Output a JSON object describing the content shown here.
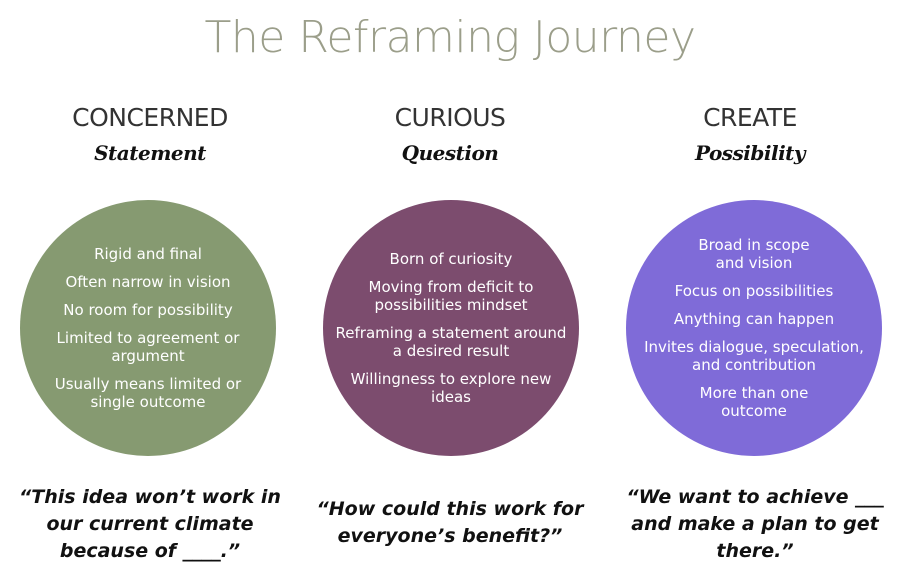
{
  "title": "The Reframing Journey",
  "colors": {
    "title": "#9b9e8a",
    "concerned_circle": "#869a71",
    "curious_circle": "#7c4c6e",
    "create_circle": "#7f6bd8"
  },
  "columns": [
    {
      "heading": "CONCERNED",
      "subheading": "Statement",
      "items": [
        "Rigid and final",
        "Often narrow in vision",
        "No room for possibility",
        "Limited to agreement or argument",
        "Usually means limited or single outcome"
      ],
      "quote": "“This idea won’t work in our current climate because of ____.”"
    },
    {
      "heading": "CURIOUS",
      "subheading": "Question",
      "items": [
        "Born of curiosity",
        "Moving from deficit to possibilities mindset",
        "Reframing a statement around a desired result",
        "Willingness to explore new ideas"
      ],
      "quote": "“How could this work for everyone’s benefit?”"
    },
    {
      "heading": "CREATE",
      "subheading": "Possibility",
      "items": [
        "Broad in scope and vision",
        "Focus on possibilities",
        "Anything can happen",
        "Invites dialogue, speculation, and contribution",
        "More than one outcome"
      ],
      "quote": "“We want to achieve ___ and make a plan to get there.”"
    }
  ]
}
